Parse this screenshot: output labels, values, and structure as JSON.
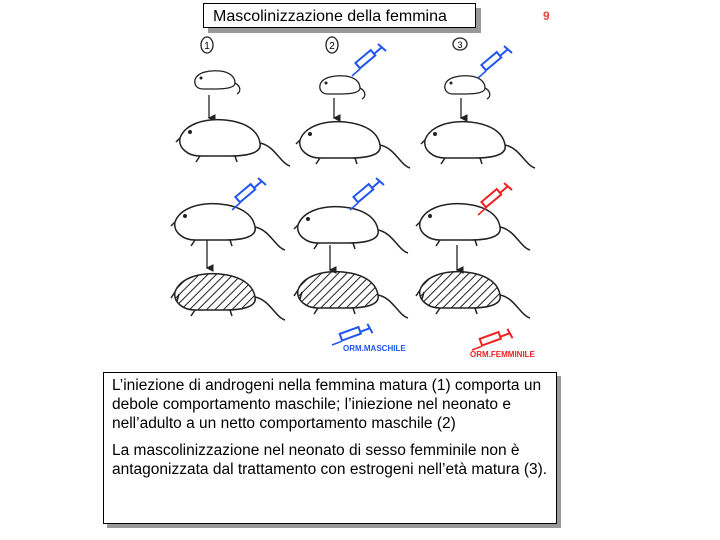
{
  "slide": {
    "title": "Mascolinizzazione della femmina",
    "page_marker": "9",
    "figure": {
      "column_labels": [
        "1",
        "2",
        "3"
      ],
      "legend_male": "ORM.MASCHILE",
      "legend_female": "ORM.FEMMINILE",
      "colors": {
        "male_hormone": "#2255ee",
        "female_hormone": "#ee2222",
        "ink": "#222222"
      }
    },
    "caption": {
      "paragraph_1": "L’iniezione di androgeni nella femmina matura (1) comporta un debole comportamento maschile; l’iniezione nel neonato e nell’adulto a un netto comportamento maschile (2)",
      "paragraph_2": "La mascolinizzazione nel neonato di sesso femminile non è antagonizzata dal trattamento con estrogeni nell’età matura (3)."
    }
  }
}
